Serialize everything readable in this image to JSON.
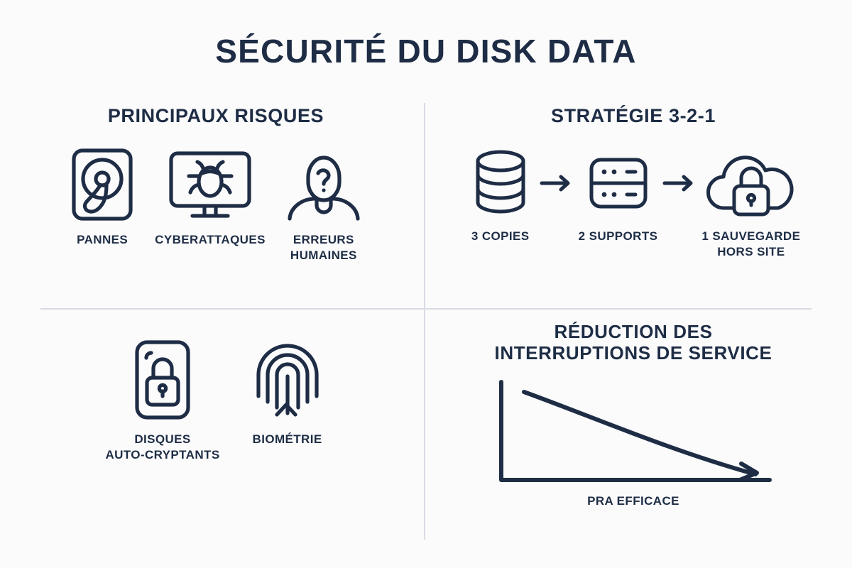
{
  "page": {
    "title": "SÉCURITÉ DU DISK DATA",
    "background_color": "#fbfbfc",
    "ink_color": "#1e2d45",
    "divider_color": "#d9dbe4"
  },
  "quadrants": {
    "risks": {
      "heading": "PRINCIPAUX RISQUES",
      "items": [
        {
          "label": "PANNES",
          "icon": "hard-drive-icon"
        },
        {
          "label": "CYBERATTAQUES",
          "icon": "monitor-bug-icon"
        },
        {
          "label": "ERREURS\nHUMAINES",
          "icon": "person-question-icon"
        }
      ]
    },
    "strategy": {
      "heading": "STRATÉGIE 3-2-1",
      "items": [
        {
          "label": "3 COPIES",
          "icon": "database-icon"
        },
        {
          "label": "2 SUPPORTS",
          "icon": "server-rack-icon"
        },
        {
          "label": "1 SAUVEGARDE\nHORS SITE",
          "icon": "cloud-lock-icon"
        }
      ],
      "connector_icon": "arrow-right-icon"
    },
    "protection": {
      "items": [
        {
          "label": "DISQUES\nAUTO-CRYPTANTS",
          "icon": "encrypted-drive-icon"
        },
        {
          "label": "BIOMÉTRIE",
          "icon": "fingerprint-icon"
        }
      ]
    },
    "downtime": {
      "heading_line_1": "RÉDUCTION DES",
      "heading_line_2": "INTERRUPTIONS DE SERVICE",
      "caption": "PRA EFFICACE"
    }
  },
  "chart_data": {
    "type": "line",
    "title": "RÉDUCTION DES INTERRUPTIONS DE SERVICE",
    "xlabel": "PRA EFFICACE",
    "ylabel": "",
    "grid": false,
    "legend": null,
    "annotations": [
      "arrow-head-at-end"
    ],
    "x": [
      0,
      1,
      2,
      3,
      4,
      5,
      6,
      7,
      8,
      9,
      10
    ],
    "y": [
      100,
      88,
      77,
      67,
      58,
      50,
      42,
      35,
      28,
      22,
      16
    ],
    "xlim": [
      0,
      10
    ],
    "ylim": [
      0,
      110
    ],
    "description": "Decreasing curve showing service interruptions falling as disaster-recovery planning becomes effective"
  }
}
